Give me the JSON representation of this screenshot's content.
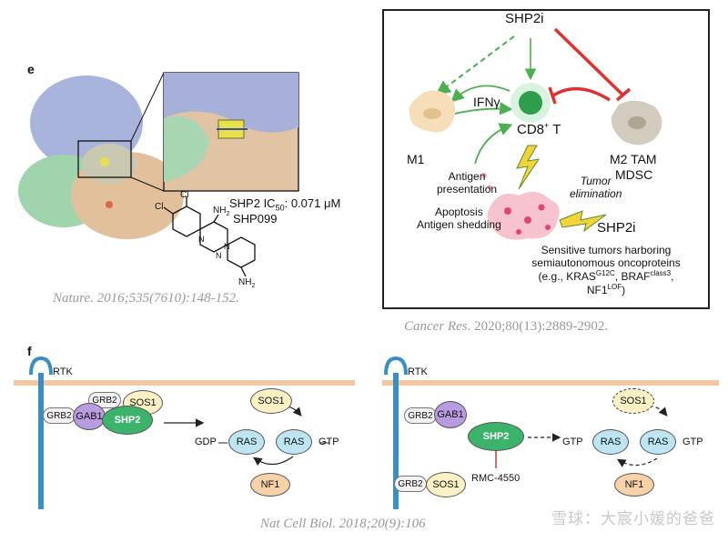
{
  "panel_e": {
    "label": "e",
    "compound_ic50_prefix": "SHP2 IC",
    "compound_ic50_sub": "50",
    "compound_ic50_suffix": ": 0.071 μM",
    "compound_name": "SHP099",
    "struct_labels": {
      "cl1": "Cl",
      "cl2": "Cl",
      "nh2_top": "NH",
      "nh2_top_sub": "2",
      "n1": "N",
      "n2": "N",
      "n3": "N",
      "nh2_bottom": "NH",
      "nh2_bottom_sub": "2"
    },
    "citation": "Nature. 2016;535(7610):148-152."
  },
  "panel_immune": {
    "shp2i_top": "SHP2i",
    "ifn": "IFNγ",
    "cd8_main": "CD8",
    "cd8_sup": "+",
    "cd8_tail": "T",
    "m1": "M1",
    "m2_line1": "M2 TAM",
    "m2_line2": "MDSC",
    "antigen_line1": "Antigen",
    "antigen_line2": "presentation",
    "apoptosis_line1": "Apoptosis",
    "apoptosis_line2": "Antigen shedding",
    "tumor_line1": "Tumor",
    "tumor_line2": "elimination",
    "shp2i_bottom": "SHP2i",
    "sensitive_line1": "Sensitive tumors harboring",
    "sensitive_line2": "semiautonomous oncoproteins",
    "eg_prefix": "(e.g., KRAS",
    "eg_kras_sup": "G12C",
    "eg_mid": ", BRAF",
    "eg_braf_sup": "class3",
    "eg_tail": ",",
    "nf1": "NF1",
    "nf1_sup": "LOF",
    "nf1_tail": ")",
    "citation_journal": "Cancer Res",
    "citation_rest": ". 2020;80(13):2889-2902."
  },
  "panel_f": {
    "label": "f",
    "left": {
      "rtk": "RTK",
      "grb2_a": "GRB2",
      "grb2_b": "GRB2",
      "gab1": "GAB1",
      "shp2": "SHP2",
      "sos1_a": "SOS1",
      "sos1_b": "SOS1",
      "gdp": "GDP",
      "ras1": "RAS",
      "ras2": "RAS",
      "gtp": "GTP",
      "nf1": "NF1"
    },
    "right": {
      "rtk": "RTK",
      "grb2_a": "GRB2",
      "gab1": "GAB1",
      "shp2": "SHP2",
      "rmc": "RMC-4550",
      "grb2_b": "GRB2",
      "sos1_a": "SOS1",
      "sos1_b": "SOS1",
      "gtp_left": "GTP",
      "ras1": "RAS",
      "ras2": "RAS",
      "gtp_right": "GTP",
      "nf1": "NF1"
    },
    "citation": "Nat Cell Biol. 2018;20(9):106"
  },
  "watermark": "雪球：大宸小媛的爸爸",
  "colors": {
    "shp2_green": "#3bb36a",
    "ras_blue": "#bde6f2",
    "gab1_purple": "#b99be0",
    "sos_yellow": "#fbf1c4",
    "nf1_orange": "#f7d2a8",
    "membrane": "#f3c7a2",
    "rtk_blue": "#3a8fc2",
    "inhibit_red": "#e03030"
  }
}
